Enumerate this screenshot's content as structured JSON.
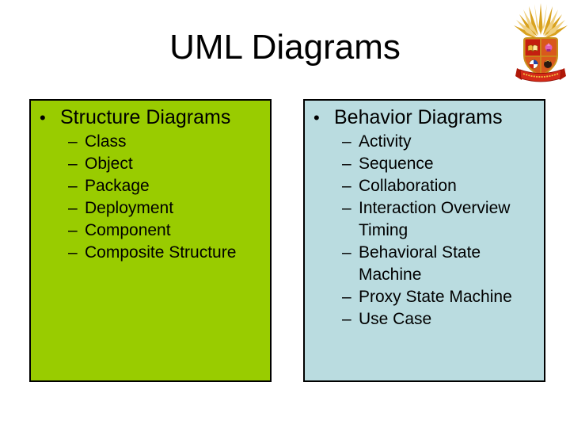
{
  "slide": {
    "title": "UML Diagrams"
  },
  "markers": {
    "bullet": "•",
    "dash": "–"
  },
  "boxes": [
    {
      "heading": "Structure Diagrams",
      "items": [
        "Class",
        "Object",
        "Package",
        "Deployment",
        "Component",
        "Composite Structure"
      ]
    },
    {
      "heading": "Behavior Diagrams",
      "items": [
        "Activity",
        "Sequence",
        "Collaboration",
        "Interaction Overview Timing",
        "Behavioral State Machine",
        "Proxy State Machine",
        "Use Case"
      ]
    }
  ],
  "logo": {
    "name": "university-crest",
    "colors": {
      "ray_gold": "#D9A21E",
      "ray_light": "#F0D080",
      "shield_orange": "#D9581C",
      "shield_border_gold": "#C8901C",
      "quadrant_red": "#C41E10",
      "ornament_pink": "#E060B8",
      "ornament_dark": "#2A1A10",
      "ribbon_red": "#D42A18",
      "ribbon_text_gold": "#F0C040"
    }
  },
  "colors": {
    "structure_box_bg": "#99CC00",
    "behavior_box_bg": "#BADCE0",
    "box_border": "#000000",
    "background": "#FFFFFF",
    "text": "#000000"
  }
}
